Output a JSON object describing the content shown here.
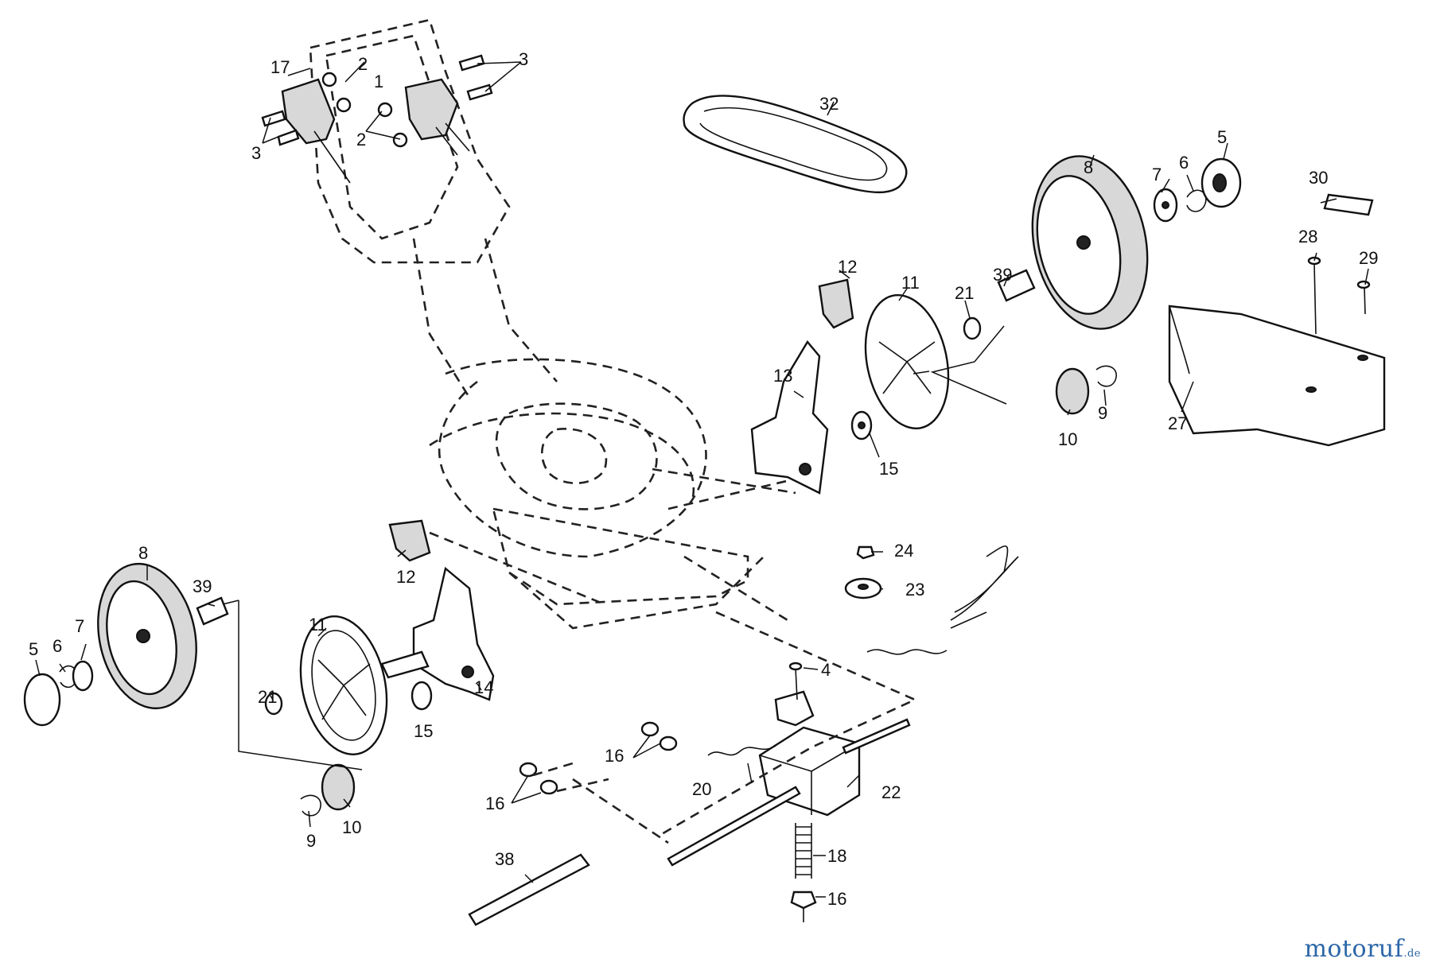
{
  "callouts": {
    "c1": "1",
    "c2a": "2",
    "c2b": "2",
    "c3a": "3",
    "c3b": "3",
    "c4": "4",
    "c5a": "5",
    "c5b": "5",
    "c6a": "6",
    "c6b": "6",
    "c7a": "7",
    "c7b": "7",
    "c8a": "8",
    "c8b": "8",
    "c9a": "9",
    "c9b": "9",
    "c10a": "10",
    "c10b": "10",
    "c11a": "11",
    "c11b": "11",
    "c12a": "12",
    "c12b": "12",
    "c13": "13",
    "c14": "14",
    "c15a": "15",
    "c15b": "15",
    "c16a": "16",
    "c16b": "16",
    "c16c": "16",
    "c17": "17",
    "c18": "18",
    "c20": "20",
    "c21a": "21",
    "c21b": "21",
    "c22": "22",
    "c23": "23",
    "c24": "24",
    "c27": "27",
    "c28": "28",
    "c29": "29",
    "c30": "30",
    "c32": "32",
    "c38": "38",
    "c39a": "39",
    "c39b": "39"
  },
  "watermark": {
    "main": "motoruf",
    "suffix": ".de"
  },
  "colors": {
    "line": "#111111",
    "watermark": "#2b66a8",
    "background": "#ffffff"
  }
}
